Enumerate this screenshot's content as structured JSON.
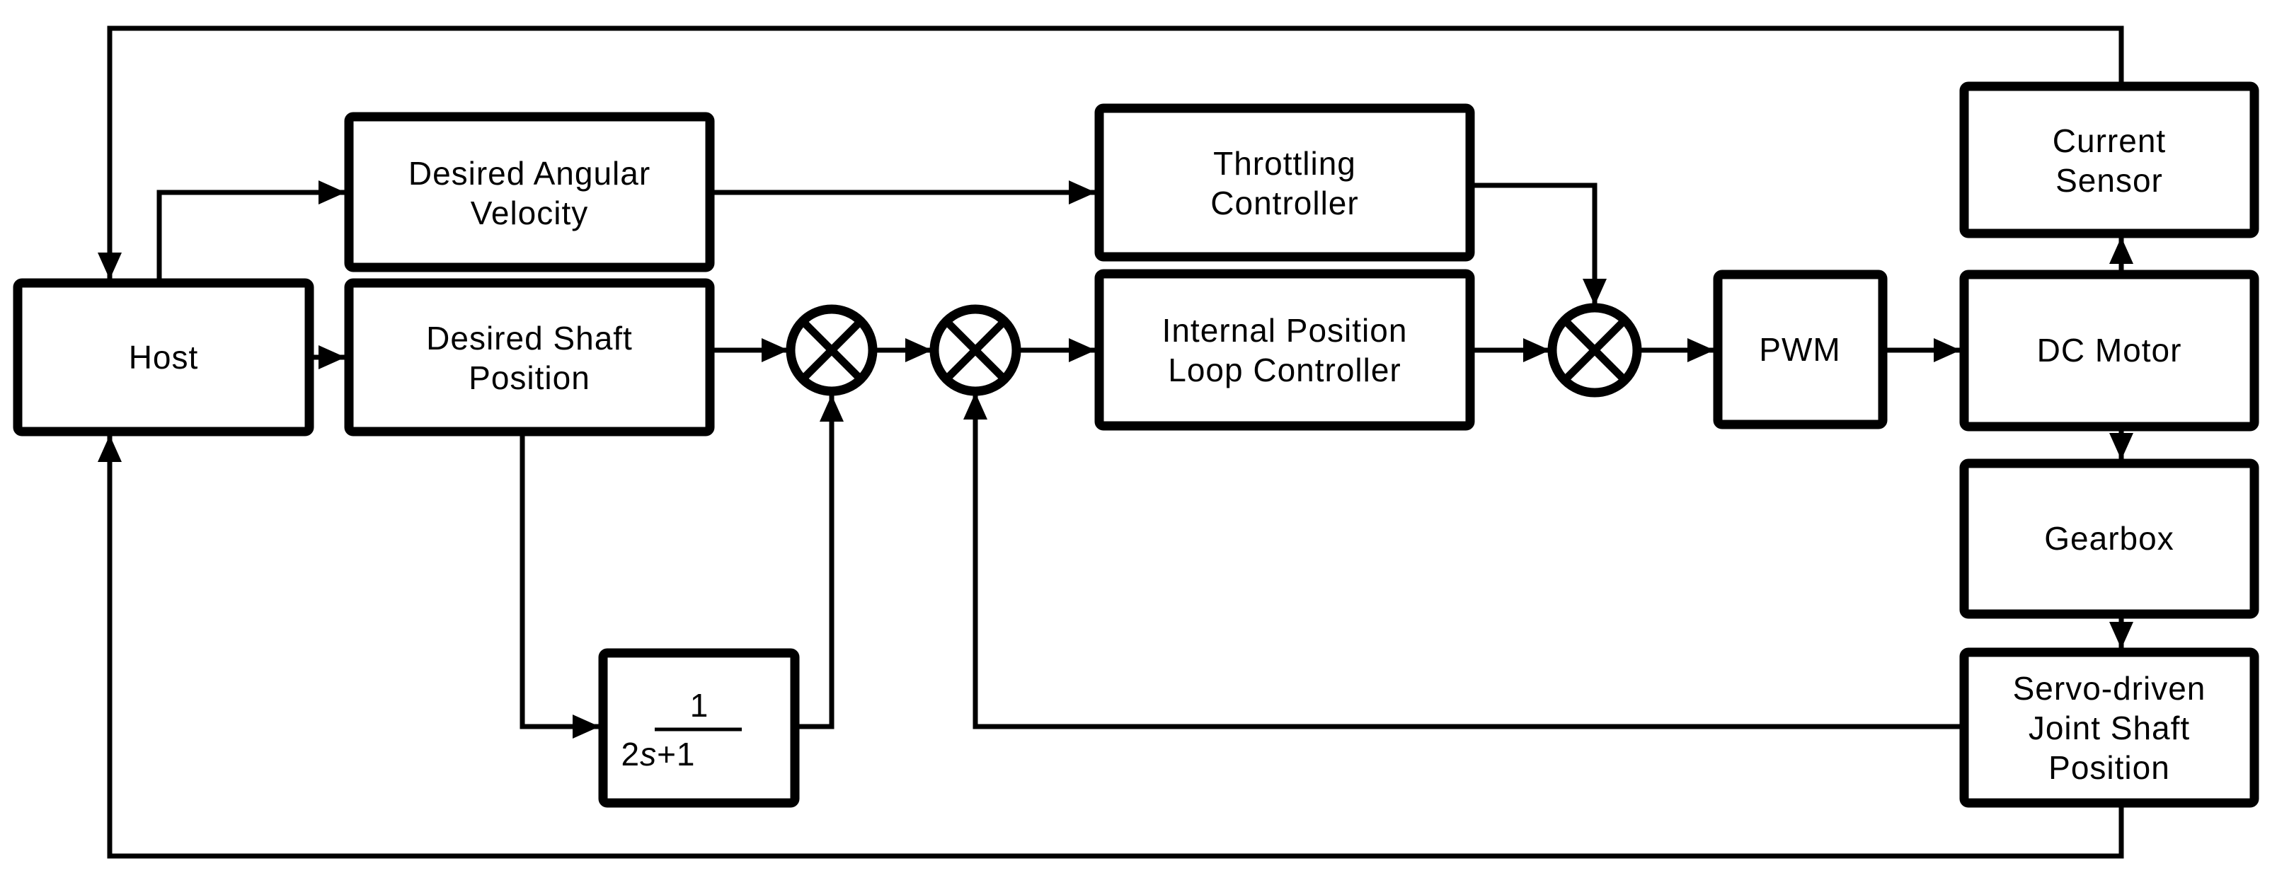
{
  "diagram": {
    "type": "control-system-block-diagram",
    "title_implied": "Servo-driven joint position and throttling control loop",
    "colors": {
      "background": "#ffffff",
      "line": "#000000",
      "box_fill": "#ffffff",
      "text": "#000000"
    },
    "blocks": {
      "host": {
        "lines": [
          "Host"
        ]
      },
      "desired_angular_velocity": {
        "lines": [
          "Desired Angular",
          "Velocity"
        ]
      },
      "desired_shaft_position": {
        "lines": [
          "Desired Shaft",
          "Position"
        ]
      },
      "throttling_controller": {
        "lines": [
          "Throttling",
          "Controller"
        ]
      },
      "internal_position_loop_controller": {
        "lines": [
          "Internal Position",
          "Loop Controller"
        ]
      },
      "pwm": {
        "lines": [
          "PWM"
        ]
      },
      "dc_motor": {
        "lines": [
          "DC Motor"
        ]
      },
      "current_sensor": {
        "lines": [
          "Current",
          "Sensor"
        ]
      },
      "gearbox": {
        "lines": [
          "Gearbox"
        ]
      },
      "servo_driven_joint_shaft_position": {
        "lines": [
          "Servo-driven",
          "Joint Shaft",
          "Position"
        ]
      },
      "transfer_function": {
        "numerator": "1",
        "denominator_coeff": "2",
        "denominator_var": "s",
        "denominator_tail": "+1"
      }
    },
    "junctions": [
      {
        "id": "summing-junction-1",
        "symbol": "circle-with-x"
      },
      {
        "id": "summing-junction-2",
        "symbol": "circle-with-x"
      },
      {
        "id": "summing-junction-3",
        "symbol": "circle-with-x"
      }
    ],
    "connections": [
      "Host -> Desired Angular Velocity",
      "Host -> Desired Shaft Position",
      "Desired Angular Velocity -> Throttling Controller",
      "Desired Shaft Position -> summing-junction-1",
      "Desired Shaft Position -> 1/(2s+1)",
      "1/(2s+1) -> summing-junction-1",
      "summing-junction-1 -> summing-junction-2",
      "Servo-driven Joint Shaft Position -> summing-junction-2",
      "summing-junction-2 -> Internal Position Loop Controller",
      "Internal Position Loop Controller -> summing-junction-3",
      "Throttling Controller -> summing-junction-3",
      "summing-junction-3 -> PWM",
      "PWM -> DC Motor",
      "DC Motor -> Current Sensor",
      "DC Motor -> Gearbox",
      "Gearbox -> Servo-driven Joint Shaft Position",
      "Current Sensor -> Host",
      "Servo-driven Joint Shaft Position -> Host"
    ]
  }
}
